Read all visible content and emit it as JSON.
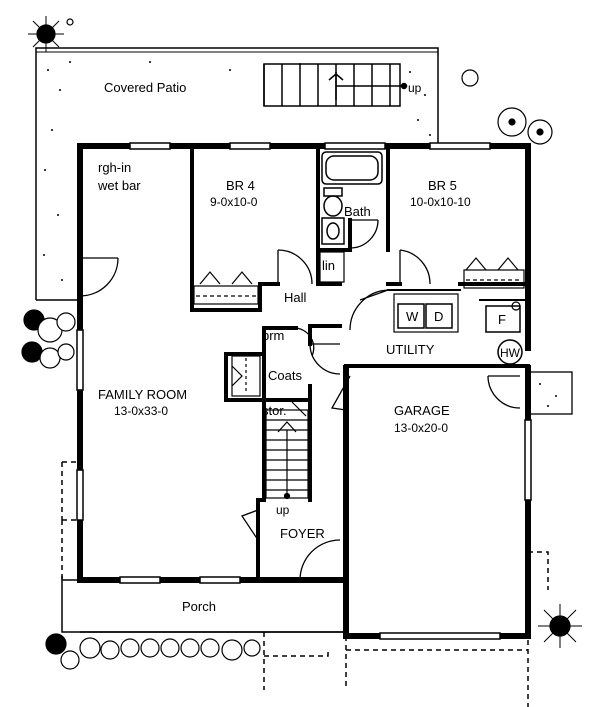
{
  "rooms": {
    "covered_patio": "Covered Patio",
    "patio_up": "up",
    "wet_bar_1": "rgh-in",
    "wet_bar_2": "wet bar",
    "br4_name": "BR 4",
    "br4_size": "9-0x10-0",
    "br5_name": "BR 5",
    "br5_size": "10-0x10-10",
    "bath": "Bath",
    "lin": "lin",
    "hall": "Hall",
    "w": "W",
    "d": "D",
    "f": "F",
    "brm": "brm",
    "utility": "UTILITY",
    "hw": "HW",
    "coats": "Coats",
    "family_name": "FAMILY ROOM",
    "family_size": "13-0x33-0",
    "stor": "stor.",
    "garage_name": "GARAGE",
    "garage_size": "13-0x20-0",
    "stair_up": "up",
    "foyer": "FOYER",
    "porch": "Porch"
  },
  "colors": {
    "ink": "#000000",
    "paper": "#ffffff"
  }
}
